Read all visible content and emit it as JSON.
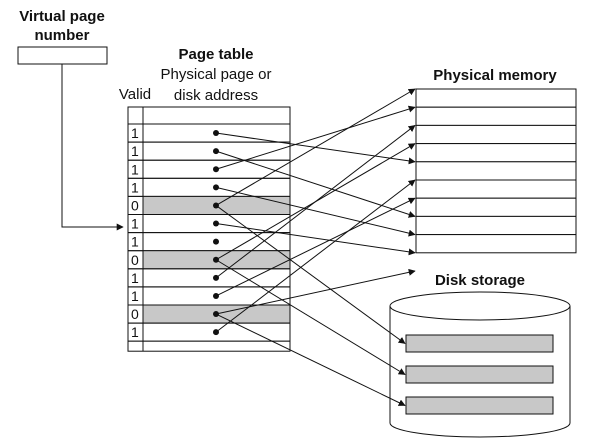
{
  "labels": {
    "virtual_page_line1": "Virtual page",
    "virtual_page_line2": "number",
    "page_table": "Page table",
    "physical_page_line1": "Physical page or",
    "physical_page_line2": "disk address",
    "valid": "Valid",
    "physical_memory": "Physical memory",
    "disk_storage": "Disk storage"
  },
  "page_table": {
    "valid_bits": [
      "1",
      "1",
      "1",
      "1",
      "0",
      "1",
      "1",
      "0",
      "1",
      "1",
      "0",
      "1"
    ]
  },
  "colors": {
    "invalid_row_fill": "#c8c8c8",
    "line": "#111111",
    "disk_slot_fill": "#c8c8c8"
  },
  "mapping": {
    "memory_targets": [
      4,
      7,
      1,
      8,
      0,
      9,
      null,
      3,
      2,
      6,
      10,
      5
    ],
    "disk_targets": [
      null,
      null,
      null,
      null,
      0,
      null,
      null,
      1,
      null,
      null,
      2,
      null
    ]
  },
  "physical_memory_frames": 9,
  "disk_slots": 3
}
